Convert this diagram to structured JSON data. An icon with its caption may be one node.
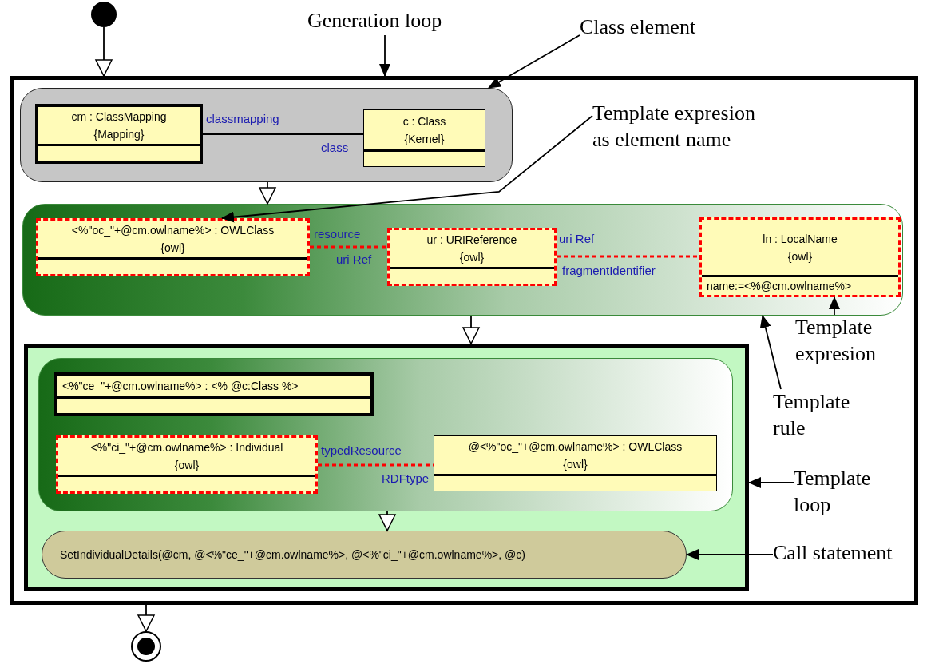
{
  "diagram": {
    "nodes": [
      {
        "text": [],
        "shape": "circle"
      },
      {
        "text": [],
        "shape": "box"
      },
      {
        "text": [],
        "shape": "box",
        "in": 1
      },
      {
        "text": [
          "cm : ClassMapping",
          "{Mapping}"
        ],
        "in": 2
      },
      {
        "text": [
          "c : Class",
          "{Kernel}"
        ],
        "in": 2
      },
      {
        "text": [],
        "shape": "box",
        "in": 1
      },
      {
        "text": [
          "<%\"oc_\"+@cm.owlname%> : OWLClass",
          "{owl}"
        ],
        "in": 5
      },
      {
        "text": [
          "ur : URIReference",
          "{owl}"
        ],
        "in": 5
      },
      {
        "text": [
          "ln : LocalName",
          "{owl}",
          "name:=<%@cm.owlname%>"
        ],
        "in": 5
      },
      {
        "text": [],
        "shape": "box",
        "in": 1
      },
      {
        "text": [],
        "shape": "box",
        "in": 9
      },
      {
        "text": [
          "<%\"ce_\"+@cm.owlname%> : <% @c:Class %>"
        ],
        "in": 10
      },
      {
        "text": [
          "<%\"ci_\"+@cm.owlname%> : Individual",
          "{owl}"
        ],
        "in": 10
      },
      {
        "text": [
          "@<%\"oc_\"+@cm.owlname%> : OWLClass",
          "{owl}"
        ],
        "in": 10
      },
      {
        "text": [
          "SetIndividualDetails(@cm, @<%\"ce_\"+@cm.owlname%>, @<%\"ci_\"+@cm.owlname%>, @c)"
        ],
        "in": 9
      },
      {
        "text": [],
        "shape": "circle"
      },
      {
        "text": [
          "Generation loop"
        ]
      },
      {
        "text": [
          "Class element"
        ]
      },
      {
        "text": [
          "Template expresion as element name"
        ],
        "in": 1
      },
      {
        "text": [
          "Template expresion"
        ],
        "in": 1
      },
      {
        "text": [
          "Template rule"
        ],
        "in": 1
      },
      {
        "text": [
          "Template loop"
        ],
        "in": 1
      },
      {
        "text": [
          "Call statement"
        ],
        "in": 1
      }
    ],
    "edges": [
      {
        "from": 0,
        "to": 1,
        "arrow": "to"
      },
      {
        "from": 2,
        "to": 5,
        "arrow": "to"
      },
      {
        "from": 5,
        "to": 9,
        "arrow": "to"
      },
      {
        "from": 10,
        "to": 14,
        "arrow": "to"
      },
      {
        "from": 1,
        "to": 15,
        "arrow": "to"
      },
      {
        "from": 3,
        "to": 4,
        "arrow": "none",
        "label": "classmapping"
      },
      {
        "from": 6,
        "to": 7,
        "arrow": "none",
        "label": "resource",
        "style": "dashed",
        "color": "#ff0000"
      },
      {
        "from": 7,
        "to": 8,
        "arrow": "none",
        "label": "uri Ref",
        "style": "dashed",
        "color": "#ff0000"
      },
      {
        "from": 12,
        "to": 13,
        "arrow": "none",
        "label": "typedResource",
        "style": "dashed",
        "color": "#ff0000"
      },
      {
        "from": 16,
        "to": 1,
        "arrow": "to"
      },
      {
        "from": 17,
        "to": 2,
        "arrow": "to"
      },
      {
        "from": 18,
        "to": 6,
        "arrow": "to"
      },
      {
        "from": 19,
        "to": 8,
        "arrow": "to"
      },
      {
        "from": 20,
        "to": 5,
        "arrow": "to"
      },
      {
        "from": 21,
        "to": 9,
        "arrow": "to"
      },
      {
        "from": 22,
        "to": 14,
        "arrow": "to"
      }
    ],
    "labels": [
      "class",
      "uri Ref",
      "fragmentIdentifier",
      "RDFtype"
    ]
  }
}
